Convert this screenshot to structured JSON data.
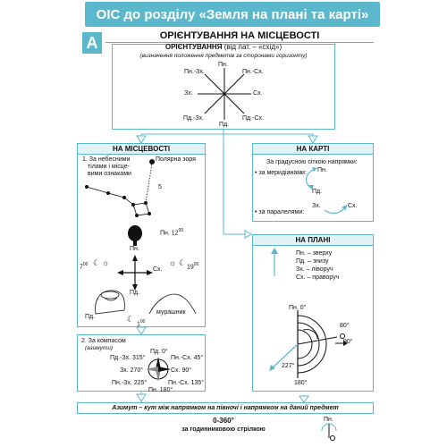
{
  "header": {
    "title": "ОІС до розділу «Земля на плані та карті»",
    "badge": "А"
  },
  "section": {
    "title": "ОРІЄНТУВАННЯ НА МІСЦЕВОСТІ"
  },
  "orientation": {
    "title": "ОРІЄНТУВАННЯ",
    "etym": "(від лат. – «схід»)",
    "definition": "(визначення положення предметів за сторонами горизонту)",
    "dirs": {
      "n": "Пн.",
      "ne": "Пн.-Сх.",
      "e": "Сх.",
      "se": "Пд.-Сх.",
      "s": "Пд.",
      "sw": "Пд.-Зх.",
      "w": "Зх.",
      "nw": "Пн.-Зх."
    }
  },
  "terrain": {
    "title": "НА МІСЦЕВОСТІ",
    "item1": [
      "1. За небесними",
      "тілами і місце-",
      "вими ознаками"
    ],
    "polaris": "Полярна зоря",
    "five": "5",
    "noon": "Пн. 12",
    "noon_sup": "00",
    "seven": "7",
    "seven_sup": "00",
    "nineteen": "19",
    "nineteen_sup": "00",
    "n": "Пн.",
    "s": "Пд.",
    "e": "Сх.",
    "pd": "Пд.",
    "anthill": "мурашник",
    "one": "1",
    "one_sup": "00"
  },
  "compass": {
    "item2": "2. За компасом",
    "azimuths": "(азимути)",
    "labels": {
      "n": "Пд. 0°",
      "ne": "Пн.-Сх. 45°",
      "e": "Сх. 90°",
      "se": "Пн.-Сх. 135°",
      "s": "Пн. 180°",
      "sw": "Пн.-Зх. 225°",
      "w": "Зх. 270°",
      "nw": "Пд.-Зх. 315°"
    }
  },
  "map": {
    "title": "НА КАРТІ",
    "grid": "За градусною сіткою напрямки:",
    "meridians": "• за меридіанами:",
    "parallels": "• за паралелями:",
    "n": "Пн.",
    "s": "Пд.",
    "w": "Зх.",
    "e": "Сх."
  },
  "plan": {
    "title": "НА ПЛАНІ",
    "up": "Пн. – зверху",
    "down": "Пд. – знизу",
    "left": "Зх. – ліворуч",
    "right": "Сх. – праворуч",
    "n0": "Пн. 0°",
    "a80": "80°",
    "a90": "90°",
    "a227": "227°",
    "a180": "180°"
  },
  "azimuth": {
    "definition": "Азимут – кут між напрямком на півночі і напрямком на даний предмет",
    "range": "0-360°",
    "clockwise": "за годинниковою стрілкою",
    "n": "Пн."
  }
}
